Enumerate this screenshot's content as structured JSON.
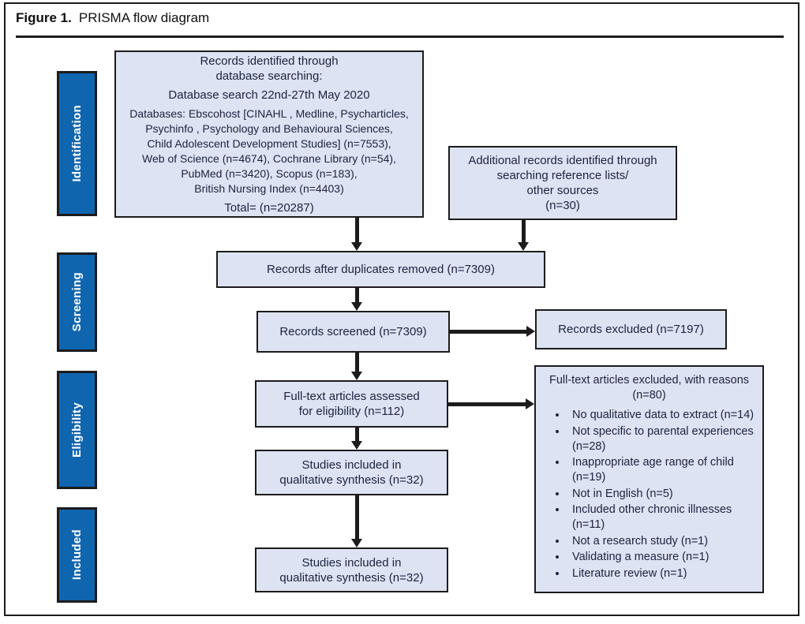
{
  "figure": {
    "label": "Figure 1.",
    "title": "PRISMA flow diagram"
  },
  "stages": [
    "Identification",
    "Screening",
    "Eligibility",
    "Included"
  ],
  "boxes": {
    "records_identified": {
      "heading_lines": [
        "Records identified through",
        "database searching:"
      ],
      "search_date": "Database search 22nd-27th May 2020",
      "database_lines": [
        "Databases: Ebscohost [CINAHL , Medline, Psycharticles,",
        "Psychinfo , Psychology and Behavioural Sciences,",
        "Child Adolescent Development Studies] (n=7553),",
        "Web of Science (n=4674), Cochrane Library (n=54),",
        "PubMed (n=3420), Scopus (n=183),",
        "British Nursing Index (n=4403)"
      ],
      "total": "Total= (n=20287)"
    },
    "additional_records": {
      "lines": [
        "Additional records identified through",
        "searching reference lists/",
        "other sources",
        "(n=30)"
      ]
    },
    "duplicates_removed": {
      "text": "Records after duplicates removed (n=7309)"
    },
    "records_screened": {
      "text": "Records screened (n=7309)"
    },
    "records_excluded": {
      "text": "Records excluded (n=7197)"
    },
    "fulltext_assessed": {
      "lines": [
        "Full-text articles assessed",
        "for eligibility (n=112)"
      ]
    },
    "studies_included_qualitative": {
      "lines": [
        "Studies included in",
        "qualitative synthesis (n=32)"
      ]
    },
    "fulltext_excluded": {
      "heading": "Full-text articles excluded, with reasons (n=80)",
      "reasons": [
        "No qualitative data to extract (n=14)",
        "Not specific to parental experiences (n=28)",
        "Inappropriate age range of child (n=19)",
        "Not in English (n=5)",
        "Included other chronic illnesses (n=11)",
        "Not a research study (n=1)",
        "Validating a measure (n=1)",
        "Literature review (n=1)"
      ]
    },
    "studies_included_final": {
      "lines": [
        "Studies included in",
        "qualitative synthesis (n=32)"
      ]
    }
  },
  "colors": {
    "stage_blue": "#1065af",
    "box_fill": "#dde3f2",
    "line_black": "#1c1c1c",
    "text_dark": "#1b2440"
  }
}
